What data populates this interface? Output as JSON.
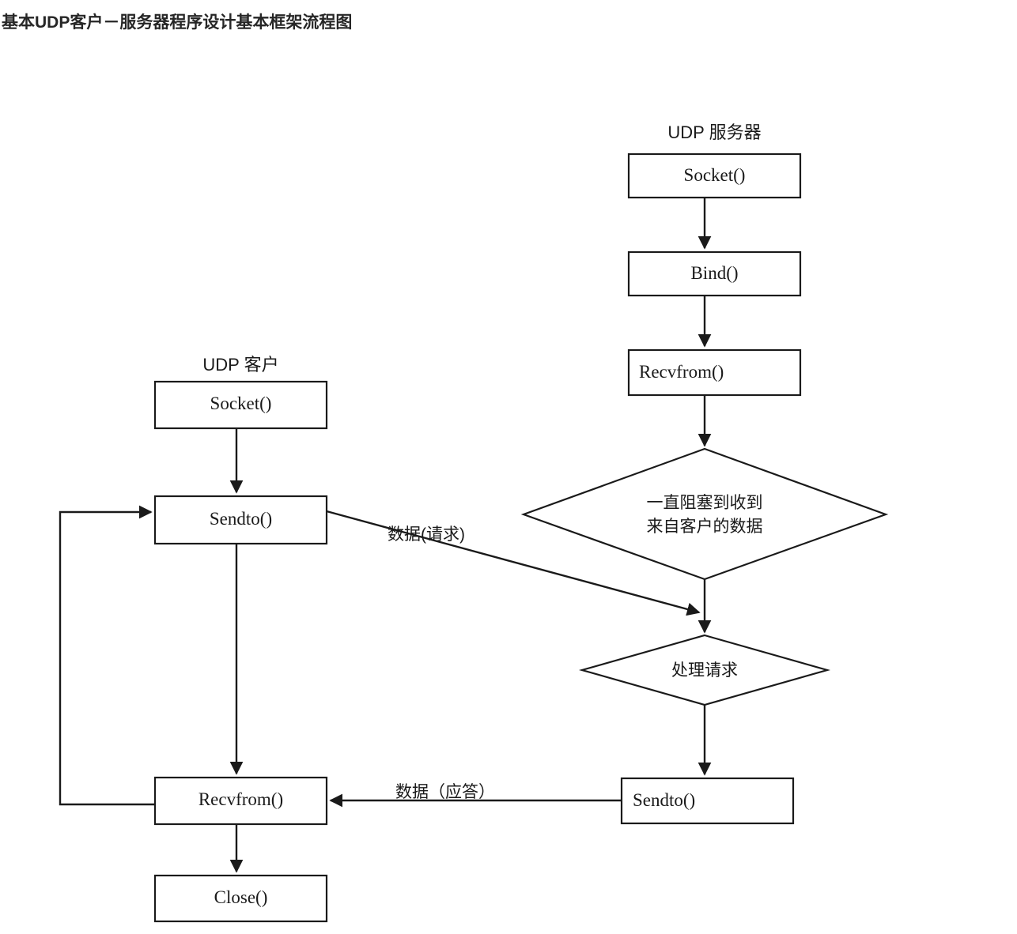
{
  "page": {
    "title": "基本UDP客户－服务器程序设计基本框架流程图",
    "background": "#ffffff",
    "line_color": "#1a1a1a",
    "text_color": "#1a1a1a"
  },
  "diagram": {
    "type": "flowchart",
    "lanes": [
      {
        "id": "client",
        "title": "UDP 客户"
      },
      {
        "id": "server",
        "title": "UDP 服务器"
      }
    ],
    "nodes": [
      {
        "id": "server-socket",
        "lane": "server",
        "shape": "process",
        "label": "Socket()"
      },
      {
        "id": "server-bind",
        "lane": "server",
        "shape": "process",
        "label": "Bind()"
      },
      {
        "id": "server-recvfrom",
        "lane": "server",
        "shape": "process",
        "label": "Recvfrom()"
      },
      {
        "id": "server-block",
        "lane": "server",
        "shape": "decision",
        "label_line1": "一直阻塞到收到",
        "label_line2": "来自客户的数据"
      },
      {
        "id": "server-process",
        "lane": "server",
        "shape": "decision",
        "label_line1": "处理请求"
      },
      {
        "id": "server-sendto",
        "lane": "server",
        "shape": "process",
        "label": "Sendto()"
      },
      {
        "id": "client-socket",
        "lane": "client",
        "shape": "process",
        "label": "Socket()"
      },
      {
        "id": "client-sendto",
        "lane": "client",
        "shape": "process",
        "label": "Sendto()"
      },
      {
        "id": "client-recvfrom",
        "lane": "client",
        "shape": "process",
        "label": "Recvfrom()"
      },
      {
        "id": "client-close",
        "lane": "client",
        "shape": "process",
        "label": "Close()"
      }
    ],
    "edges": [
      {
        "id": "e-server-socket-bind",
        "from": "server-socket",
        "to": "server-bind",
        "label": ""
      },
      {
        "id": "e-server-bind-recvfrom",
        "from": "server-bind",
        "to": "server-recvfrom",
        "label": ""
      },
      {
        "id": "e-server-recvfrom-block",
        "from": "server-recvfrom",
        "to": "server-block",
        "label": ""
      },
      {
        "id": "e-server-block-process",
        "from": "server-block",
        "to": "server-process",
        "label": ""
      },
      {
        "id": "e-server-process-sendto",
        "from": "server-process",
        "to": "server-sendto",
        "label": ""
      },
      {
        "id": "e-client-socket-sendto",
        "from": "client-socket",
        "to": "client-sendto",
        "label": ""
      },
      {
        "id": "e-client-sendto-recvfrom",
        "from": "client-sendto",
        "to": "client-recvfrom",
        "label": ""
      },
      {
        "id": "e-client-recvfrom-close",
        "from": "client-recvfrom",
        "to": "client-close",
        "label": ""
      },
      {
        "id": "e-request",
        "from": "client-sendto",
        "to": "server-process",
        "label": "数据(请求)"
      },
      {
        "id": "e-reply",
        "from": "server-sendto",
        "to": "client-recvfrom",
        "label": "数据（应答）"
      },
      {
        "id": "e-client-loop",
        "from": "client-recvfrom",
        "to": "client-sendto",
        "label": ""
      }
    ]
  }
}
